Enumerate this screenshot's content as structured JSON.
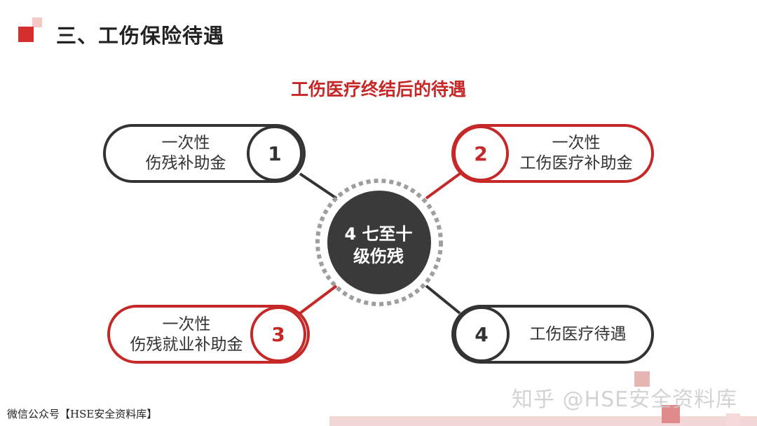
{
  "header": {
    "title": "三、工伤保险待遇"
  },
  "diagram": {
    "subtitle": "工伤医疗终结后的待遇",
    "center": {
      "line1": "4 七至十",
      "line2": "级伤残"
    },
    "items": [
      {
        "number": "1",
        "line1": "一次性",
        "line2": "伤残补助金"
      },
      {
        "number": "2",
        "line1": "一次性",
        "line2": "工伤医疗补助金"
      },
      {
        "number": "3",
        "line1": "一次性",
        "line2": "伤残就业补助金"
      },
      {
        "number": "4",
        "line1": "工伤医疗待遇"
      }
    ]
  },
  "footer": {
    "source": "微信公众号【HSE安全资料库】",
    "watermark": "知乎 @HSE安全资料库"
  },
  "colors": {
    "accent": "#c62828",
    "dark": "#333333",
    "center_fill": "#3a3a3a"
  }
}
